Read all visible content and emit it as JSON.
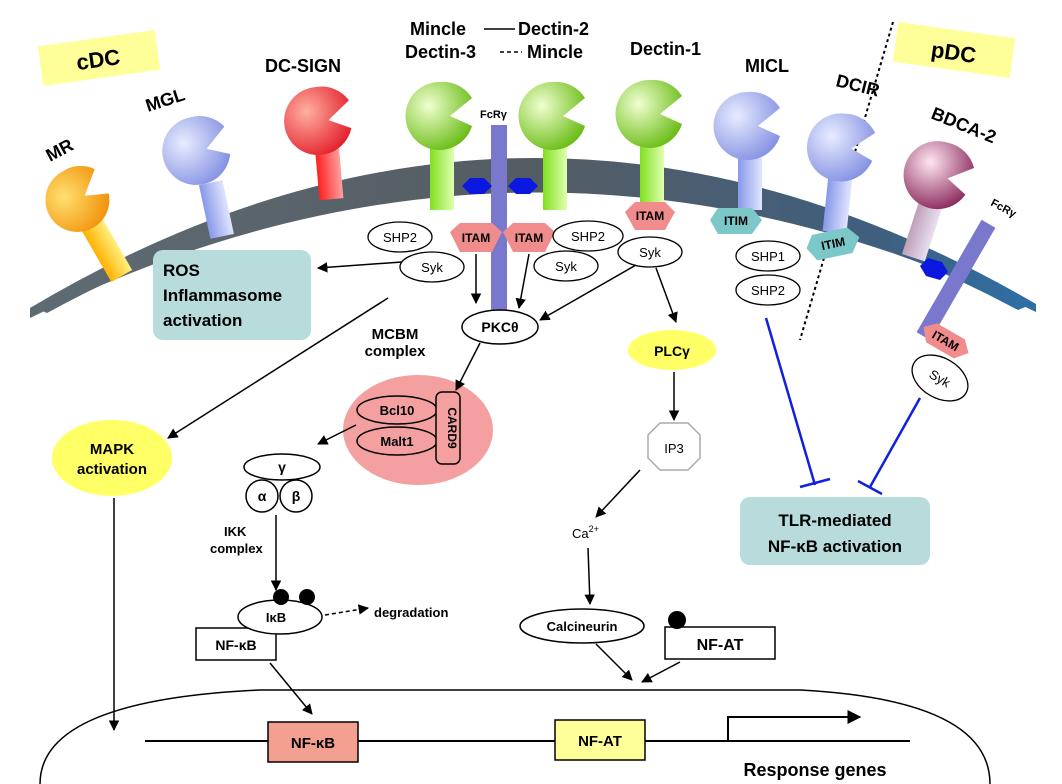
{
  "cell_types": {
    "cdc": "cDC",
    "pdc": "pDC"
  },
  "receptors": {
    "mr": "MR",
    "mgl": "MGL",
    "dc_sign": "DC-SIGN",
    "mincle_dectin2_line1_left": "Mincle",
    "mincle_dectin2_line1_right": "Dectin-2",
    "mincle_dectin2_line2_left": "Dectin-3",
    "mincle_dectin2_line2_right": "Mincle",
    "dectin1": "Dectin-1",
    "micl": "MICL",
    "dcir": "DCIR",
    "bdca2": "BDCA-2"
  },
  "adaptors": {
    "fcrg": "FcRγ",
    "itam": "ITAM",
    "itim": "ITIM",
    "syk": "Syk",
    "shp1": "SHP1",
    "shp2": "SHP2"
  },
  "signaling": {
    "ros_line1": "ROS",
    "ros_line2": "Inflammasome",
    "ros_line3": "activation",
    "mapk_line1": "MAPK",
    "mapk_line2": "activation",
    "pkc": "PKCθ",
    "mcbm_line1": "MCBM",
    "mcbm_line2": "complex",
    "bcl10": "Bcl10",
    "malt1": "Malt1",
    "card9": "CARD9",
    "ikk_gamma": "γ",
    "ikk_alpha": "α",
    "ikk_beta": "β",
    "ikk_line1": "IKK",
    "ikk_line2": "complex",
    "ikb": "IκB",
    "phospho": "P",
    "degradation": "degradation",
    "nfkb": "NF-κB",
    "plcg": "PLCγ",
    "ip3": "IP3",
    "ca": "Ca",
    "ca_sup": "2+",
    "calcineurin": "Calcineurin",
    "nfat": "NF-AT",
    "tlr_line1": "TLR-mediated",
    "tlr_line2": "NF-κB activation"
  },
  "nucleus": {
    "nfkb": "NF-κB",
    "nfat": "NF-AT",
    "response_genes": "Response genes"
  },
  "colors": {
    "membrane": "#5b6e80",
    "cdc_box": "#ffff99",
    "cell_label": "#ff2a00",
    "itam": "#f08c8c",
    "itim": "#7cc8c8",
    "info_box": "#b8dcdc",
    "yellow_oval": "#ffff66",
    "mcbm": "#f4a0a0",
    "inhibition": "#1020e0",
    "mcbm_text": "#1a1aff"
  }
}
